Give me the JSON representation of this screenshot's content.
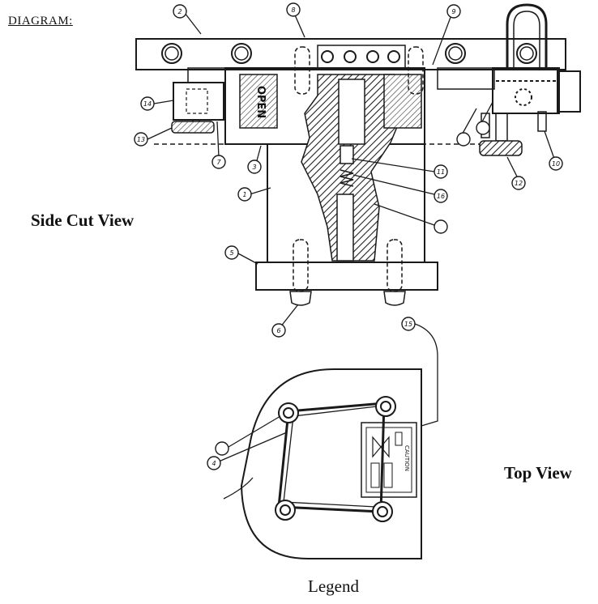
{
  "heading": "DIAGRAM:",
  "views": {
    "side_cut": "Side Cut View",
    "top": "Top View"
  },
  "footer": "Legend",
  "markings": {
    "open_label": "OPEN",
    "caution_label": "CAUTION"
  },
  "callouts": [
    "2",
    "8",
    "9",
    "14",
    "13",
    "7",
    "3",
    "1",
    "5",
    "6",
    "12",
    "10",
    "11",
    "16",
    "15",
    "4"
  ],
  "colors": {
    "ink": "#1a1a1a",
    "hatch": "#222222",
    "paper": "#ffffff"
  }
}
